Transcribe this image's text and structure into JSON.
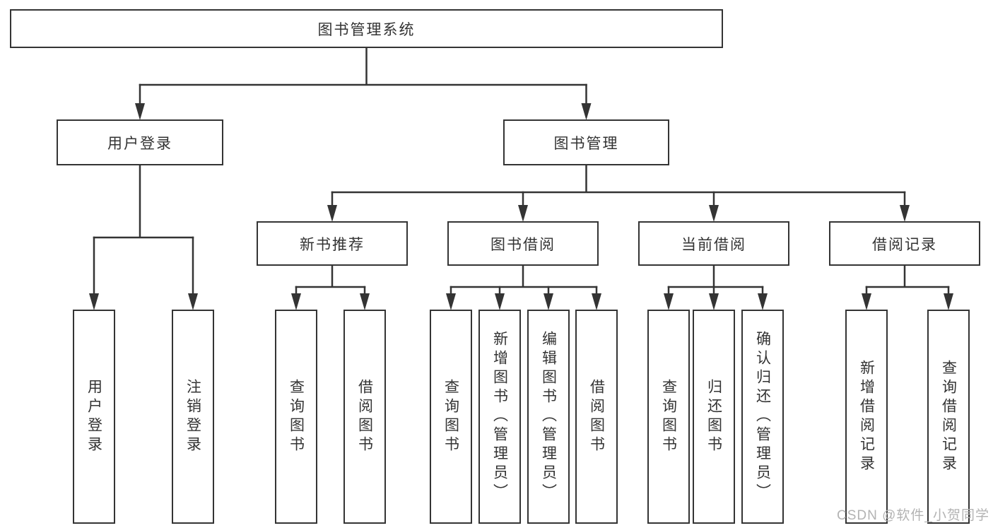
{
  "diagram": {
    "title_hint": "library management system functional structure",
    "root": {
      "label": "图书管理系统"
    },
    "level2": [
      {
        "label": "用户登录"
      },
      {
        "label": "图书管理"
      }
    ],
    "level3": [
      {
        "label": "新书推荐"
      },
      {
        "label": "图书借阅"
      },
      {
        "label": "当前借阅"
      },
      {
        "label": "借阅记录"
      }
    ],
    "leaves": {
      "user_login": [
        "用户登录",
        "注销登录"
      ],
      "new_book": [
        "查询图书",
        "借阅图书"
      ],
      "book_borrow": [
        "查询图书",
        "新增图书（管理员）",
        "编辑图书（管理员）",
        "借阅图书"
      ],
      "current_borrow": [
        "查询图书",
        "归还图书",
        "确认归还（管理员）"
      ],
      "borrow_record": [
        "新增借阅记录",
        "查询借阅记录"
      ]
    },
    "colors": {
      "line": "#343434",
      "box_border": "#343434",
      "label_text": "#333333",
      "watermark": "#b3b3b3",
      "background": "#ffffff"
    }
  },
  "watermark": {
    "text": "CSDN @软件_小贺同学"
  }
}
